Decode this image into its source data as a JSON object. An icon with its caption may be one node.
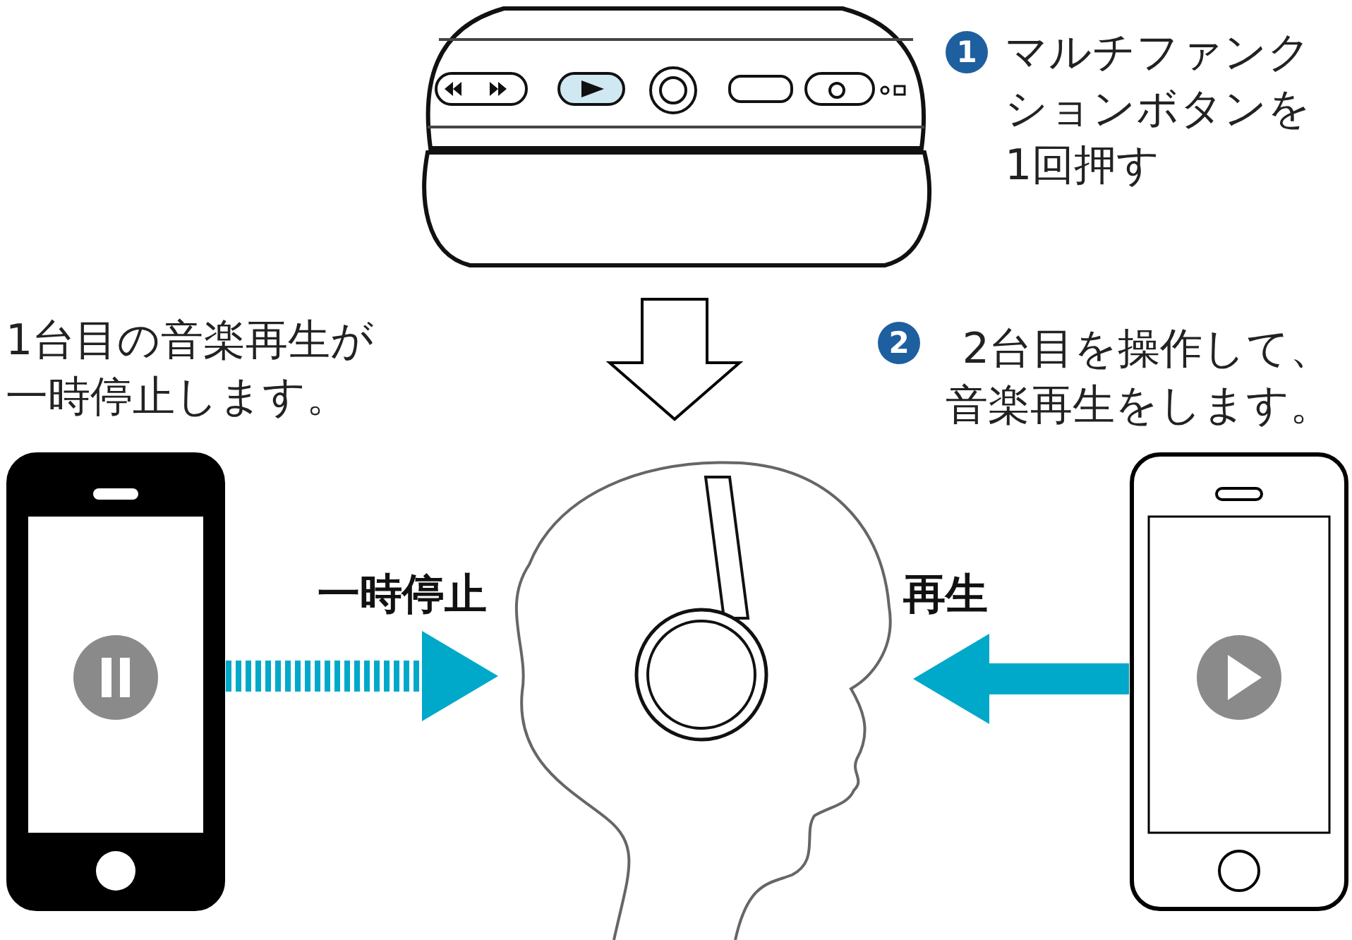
{
  "diagram": {
    "nodes": [
      {
        "text": [],
        "shape": "picture"
      },
      {
        "text": [],
        "shape": "picture"
      },
      {
        "text": [],
        "shape": "picture"
      },
      {
        "text": [],
        "shape": "picture"
      }
    ],
    "edges": [
      {
        "from": 0,
        "to": 2,
        "arrow": "to",
        "color": "#000000"
      },
      {
        "from": 1,
        "to": 2,
        "arrow": "to",
        "label": "一時停止",
        "style": "dashed"
      },
      {
        "from": 3,
        "to": 2,
        "arrow": "to",
        "label": "再生"
      }
    ],
    "labels": [
      "1",
      "マルチファンクションボタンを1回押す",
      "1台目の音楽再生が一時停止します。",
      "2",
      "2台目を操作して、音楽再生をします。"
    ]
  }
}
